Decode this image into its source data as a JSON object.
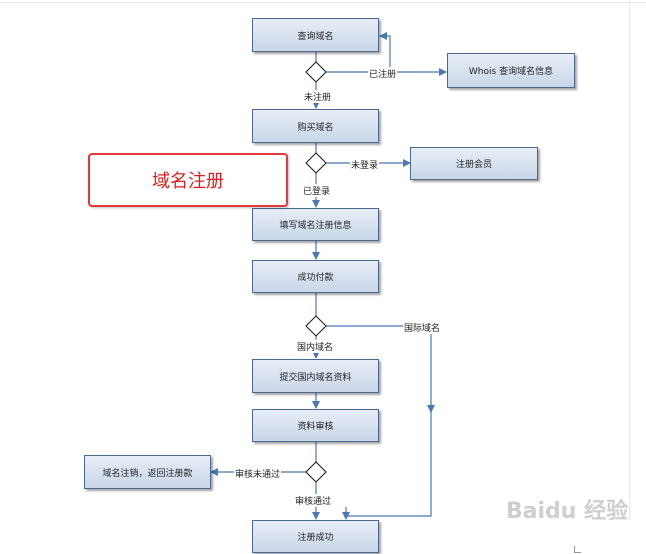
{
  "nodes": {
    "query_domain": "查询域名",
    "whois_info": "Whois 查询域名信息",
    "buy_domain": "购买域名",
    "register_member": "注册会员",
    "fill_info": "填写域名注册信息",
    "payment_success": "成功付款",
    "submit_domestic": "提交国内域名资料",
    "review": "资料审核",
    "cancel_return": "域名注销，返回注册款",
    "register_success": "注册成功"
  },
  "edge_labels": {
    "registered": "已注册",
    "unregistered": "未注册",
    "not_logged_in": "未登录",
    "logged_in": "已登录",
    "international": "国际域名",
    "domestic": "国内域名",
    "review_failed": "审核未通过",
    "review_passed": "审核通过"
  },
  "highlight_label": "域名注册",
  "watermark": "Baidu 经验",
  "colors": {
    "line": "#4a78b4",
    "box_border": "#4a6a90",
    "highlight": "#e03a3a"
  }
}
